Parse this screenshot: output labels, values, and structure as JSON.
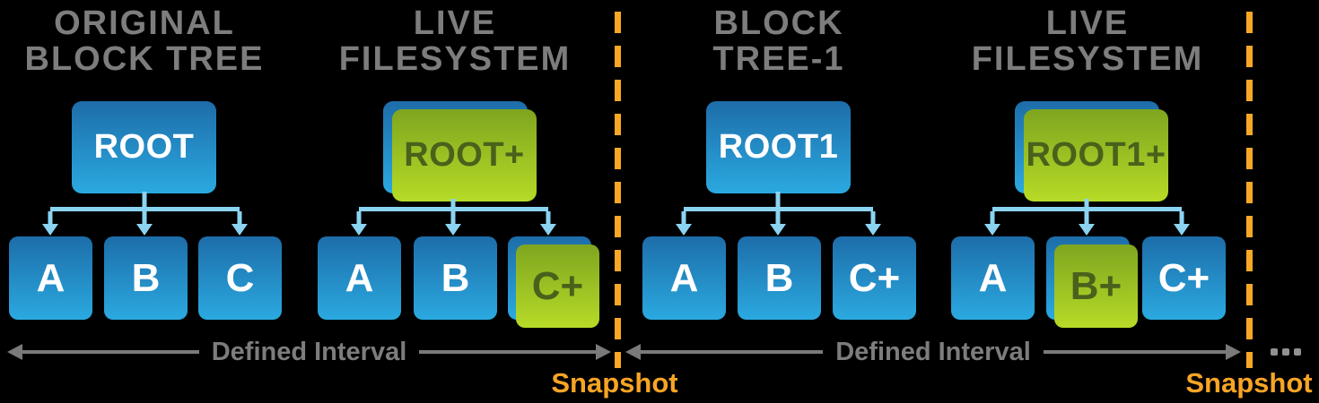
{
  "diagram": {
    "background": "#000000",
    "colors": {
      "title_gray": "#7d7d7d",
      "blue_box_top": "#1d6da9",
      "blue_box_bottom": "#2ba9e0",
      "green_box_top": "#7fa520",
      "green_box_bottom": "#b6db27",
      "green_box_text": "#4a611c",
      "connector_light_blue": "#8bd4f1",
      "interval_arrow_gray": "#7a7a7a",
      "snapshot_orange": "#f8a524",
      "dashed_line_orange": "#f9a826",
      "ellipsis_gray": "#919191"
    }
  },
  "panels": [
    {
      "title_line1": "ORIGINAL",
      "title_line2": "BLOCK TREE",
      "root": {
        "label": "ROOT",
        "style": "blue"
      },
      "children": [
        {
          "label": "A",
          "style": "blue"
        },
        {
          "label": "B",
          "style": "blue"
        },
        {
          "label": "C",
          "style": "blue"
        }
      ]
    },
    {
      "title_line1": "LIVE",
      "title_line2": "FILESYSTEM",
      "root": {
        "label": "ROOT+",
        "style": "green-stacked-on-blue"
      },
      "children": [
        {
          "label": "A",
          "style": "blue"
        },
        {
          "label": "B",
          "style": "blue"
        },
        {
          "label": "C+",
          "style": "green-stacked-on-blue"
        }
      ]
    },
    {
      "title_line1": "BLOCK",
      "title_line2": "TREE-1",
      "root": {
        "label": "ROOT1",
        "style": "blue"
      },
      "children": [
        {
          "label": "A",
          "style": "blue"
        },
        {
          "label": "B",
          "style": "blue"
        },
        {
          "label": "C+",
          "style": "blue"
        }
      ]
    },
    {
      "title_line1": "LIVE",
      "title_line2": "FILESYSTEM",
      "root": {
        "label": "ROOT1+",
        "style": "green-stacked-on-blue"
      },
      "children": [
        {
          "label": "A",
          "style": "blue"
        },
        {
          "label": "B+",
          "style": "green-stacked-on-blue"
        },
        {
          "label": "C+",
          "style": "blue"
        }
      ]
    }
  ],
  "intervals": [
    {
      "label": "Defined Interval"
    },
    {
      "label": "Defined Interval"
    }
  ],
  "snapshots": [
    {
      "label": "Snapshot"
    },
    {
      "label": "Snapshot"
    }
  ],
  "ellipsis": "..."
}
